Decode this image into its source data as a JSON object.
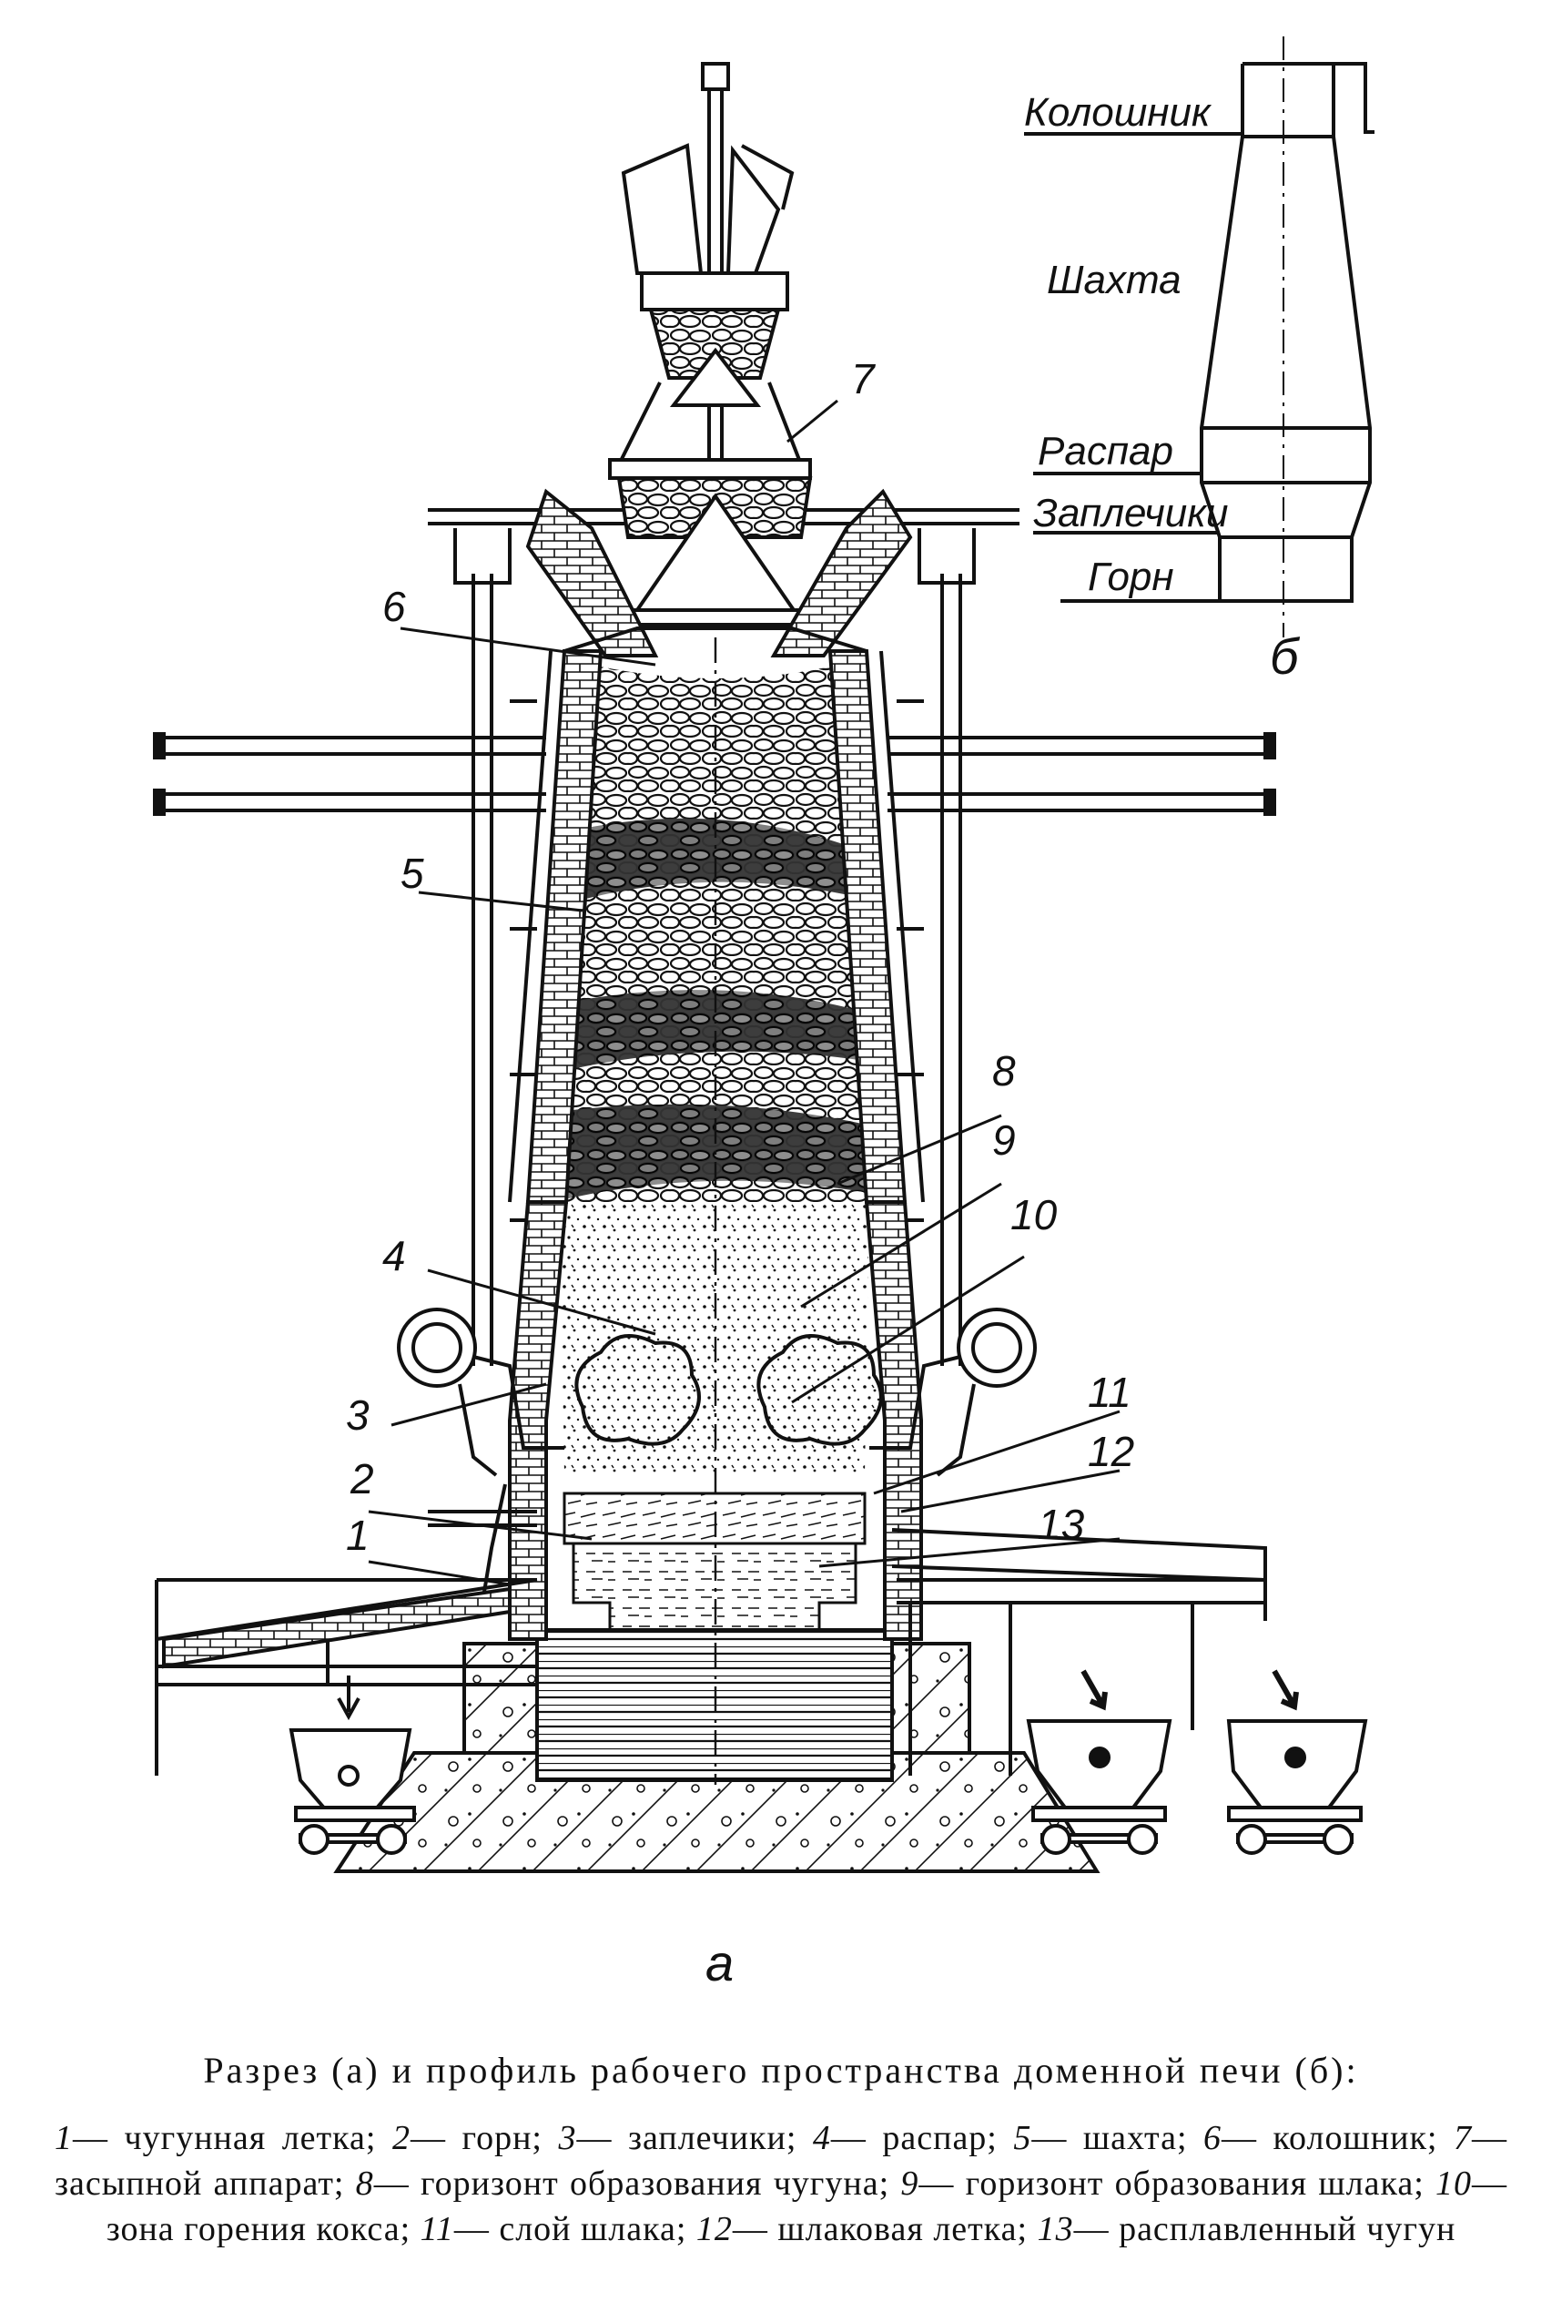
{
  "labels": {
    "n1": "1",
    "n2": "2",
    "n3": "3",
    "n4": "4",
    "n5": "5",
    "n6": "6",
    "n7": "7",
    "n8": "8",
    "n9": "9",
    "n10": "10",
    "n11": "11",
    "n12": "12",
    "n13": "13",
    "sub_a": "а",
    "sub_b": "б"
  },
  "profile_zones": {
    "koloshnik": "Колошник",
    "shakhta": "Шахта",
    "raspar": "Распар",
    "zaplechiki": "Заплечики",
    "gorn": "Горн"
  },
  "caption": {
    "title": "Разрез (а) и профиль рабочего пространства доменной печи (б):",
    "legend": [
      {
        "n": "1",
        "t": "— чугунная летка; "
      },
      {
        "n": "2",
        "t": "— горн; "
      },
      {
        "n": "3",
        "t": "— заплечики; "
      },
      {
        "n": "4",
        "t": "— распар; "
      },
      {
        "n": "5",
        "t": "— шахта; "
      },
      {
        "n": "6",
        "t": "— колошник; "
      },
      {
        "n": "7",
        "t": "— засыпной аппарат; "
      },
      {
        "n": "8",
        "t": "— горизонт образования чугуна; "
      },
      {
        "n": "9",
        "t": "— горизонт образования шлака; "
      },
      {
        "n": "10",
        "t": "— зона горения кокса; "
      },
      {
        "n": "11",
        "t": "— слой шлака; "
      },
      {
        "n": "12",
        "t": "— шлаковая летка; "
      },
      {
        "n": "13",
        "t": "— расплавленный чугун"
      }
    ]
  }
}
